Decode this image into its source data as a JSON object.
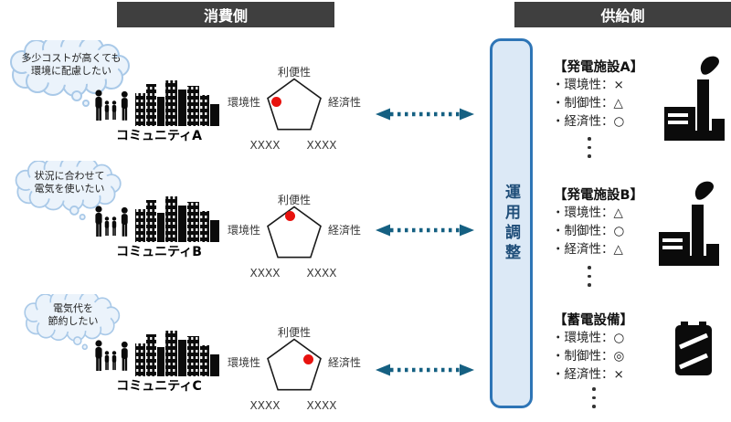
{
  "consumer": {
    "header": "消費側",
    "communities": [
      {
        "name": "コミュニティA",
        "thought_line1": "多少コストが高くても",
        "thought_line2": "環境に配慮したい",
        "priority_axis": "環境性"
      },
      {
        "name": "コミュニティB",
        "thought_line1": "状況に合わせて",
        "thought_line2": "電気を使いたい",
        "priority_axis": "利便性"
      },
      {
        "name": "コミュニティC",
        "thought_line1": "電気代を",
        "thought_line2": "節約したい",
        "priority_axis": "経済性"
      }
    ]
  },
  "radar_axes": {
    "top": "利便性",
    "left": "環境性",
    "right": "経済性",
    "bottom_left": "XXXX",
    "bottom_right": "XXXX"
  },
  "adjustment": {
    "label": "運用調整"
  },
  "supply": {
    "header": "供給側",
    "facilities": [
      {
        "title": "【発電施設A】",
        "icon": "factory-icon",
        "items": [
          "・環境性：×",
          "・制御性：△",
          "・経済性：○"
        ]
      },
      {
        "title": "【発電施設B】",
        "icon": "factory-icon",
        "items": [
          "・環境性：△",
          "・制御性：○",
          "・経済性：△"
        ]
      },
      {
        "title": "【蓄電設備】",
        "icon": "battery-icon",
        "items": [
          "・環境性：○",
          "・制御性：◎",
          "・経済性：×"
        ]
      }
    ]
  },
  "colors": {
    "header_bg": "#3f3f3f",
    "box_fill": "#dce9f6",
    "box_border": "#2e75b6",
    "box_text": "#1f4e79",
    "arrow": "#156082",
    "dot_red": "#e8120e",
    "bubble_fill": "#ebf3fb",
    "bubble_stroke": "#a9c9e8"
  }
}
